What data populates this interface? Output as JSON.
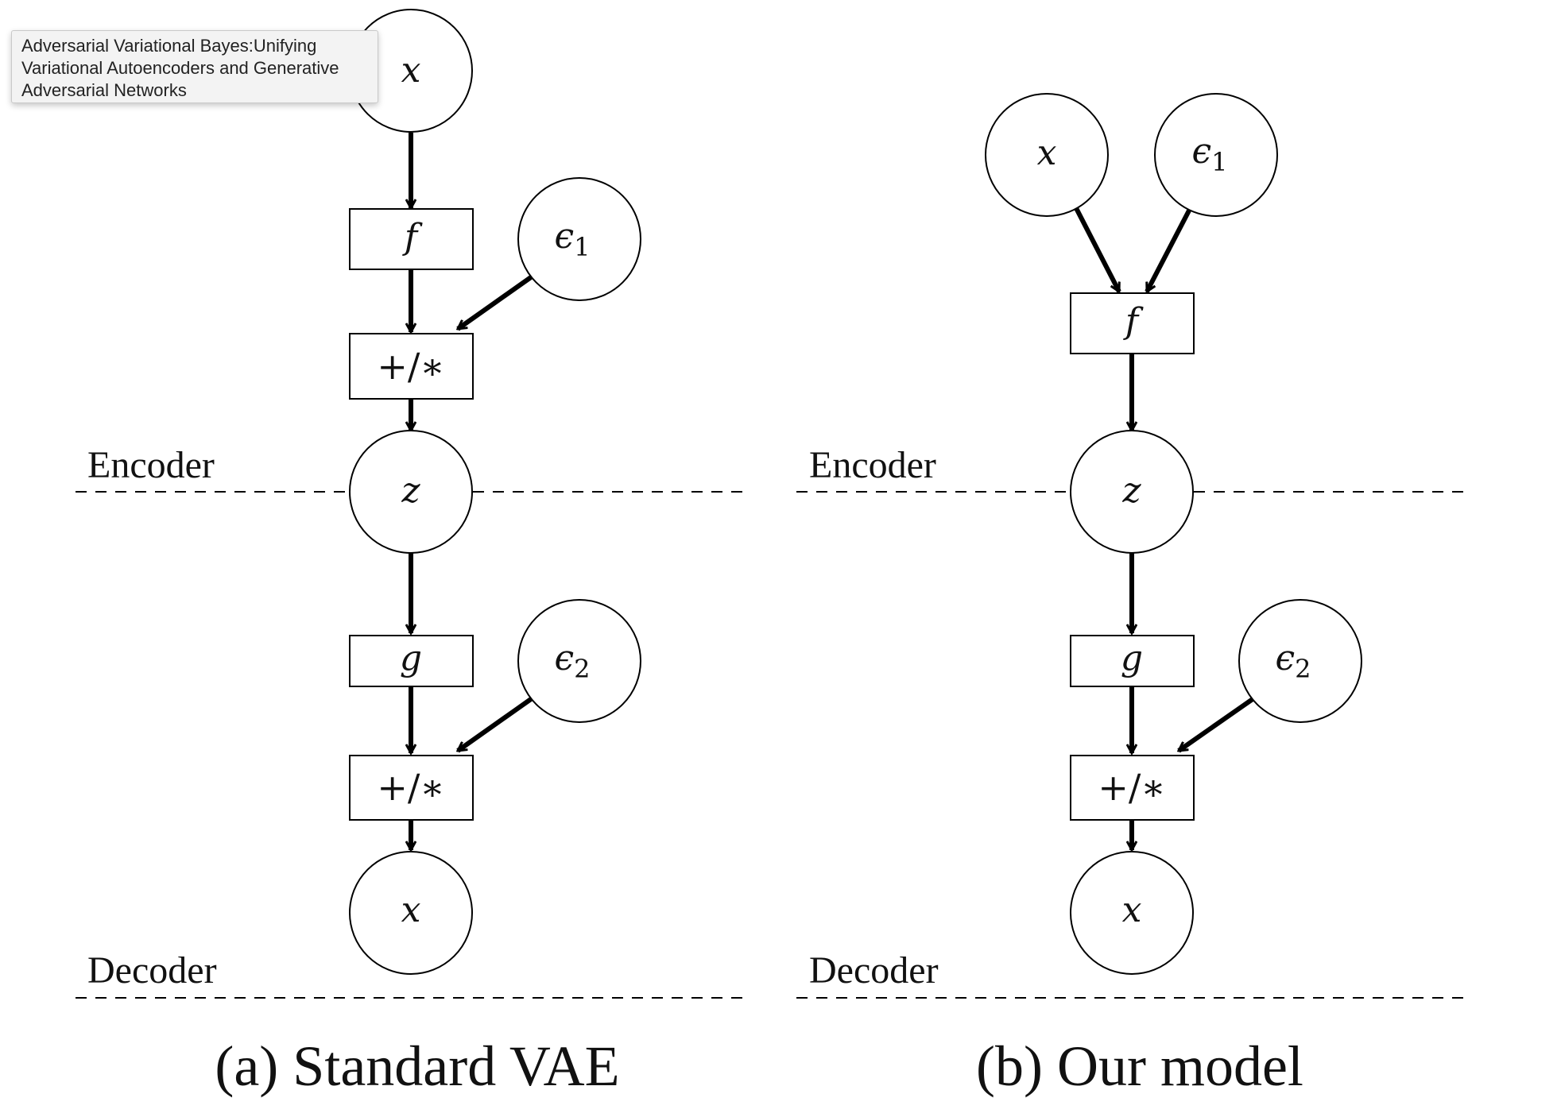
{
  "tooltip": {
    "text": "Adversarial Variational Bayes:Unifying\nVariational Autoencoders and Generative\nAdversarial Networks"
  },
  "panels": [
    {
      "caption": "(a) Standard VAE",
      "encoder_label": "Encoder",
      "decoder_label": "Decoder",
      "nodes": {
        "x_in": "x",
        "f": "f",
        "eps1": {
          "base": "ϵ",
          "sub": "1"
        },
        "op1": "+/∗",
        "z": "z",
        "g": "g",
        "eps2": {
          "base": "ϵ",
          "sub": "2"
        },
        "op2": "+/∗",
        "x_out": "x"
      }
    },
    {
      "caption": "(b) Our model",
      "encoder_label": "Encoder",
      "decoder_label": "Decoder",
      "nodes": {
        "x_in": "x",
        "eps1": {
          "base": "ϵ",
          "sub": "1"
        },
        "f": "f",
        "z": "z",
        "g": "g",
        "eps2": {
          "base": "ϵ",
          "sub": "2"
        },
        "op2": "+/∗",
        "x_out": "x"
      }
    }
  ]
}
